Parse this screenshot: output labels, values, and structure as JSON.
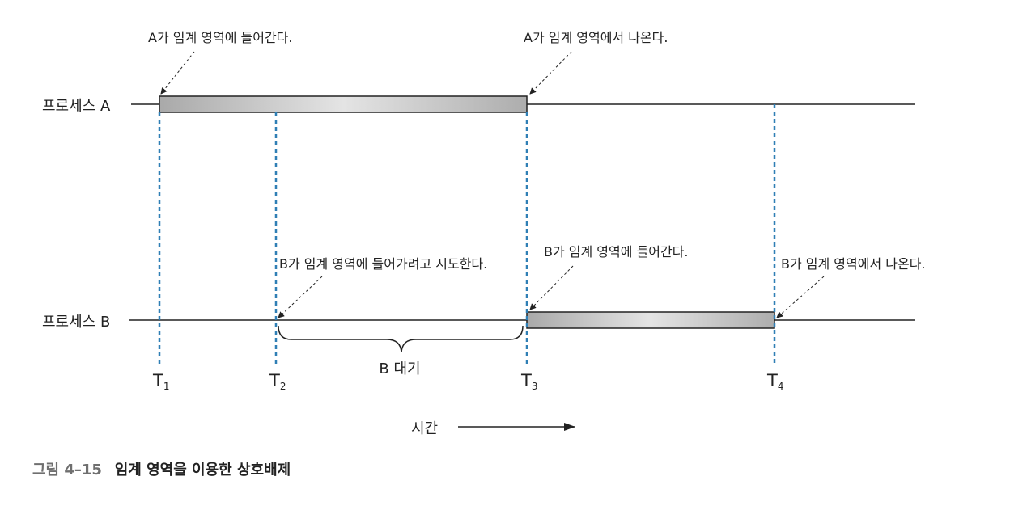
{
  "process_a": {
    "label": "프로세스 A",
    "enter_note": "A가 임계 영역에 들어간다.",
    "exit_note": "A가 임계 영역에서 나온다."
  },
  "process_b": {
    "label": "프로세스 B",
    "try_note": "B가 임계 영역에 들어가려고 시도한다.",
    "enter_note": "B가 임계 영역에 들어간다.",
    "exit_note": "B가 임계 영역에서 나온다.",
    "wait_label": "B 대기"
  },
  "time_marks": [
    {
      "base": "T",
      "sub": "1"
    },
    {
      "base": "T",
      "sub": "2"
    },
    {
      "base": "T",
      "sub": "3"
    },
    {
      "base": "T",
      "sub": "4"
    }
  ],
  "time_axis_label": "시간",
  "caption": {
    "number": "그림 4–15",
    "title": "임계 영역을 이용한 상호배제"
  },
  "colors": {
    "dashed_line": "#2f7fb5",
    "bar_dark": "#a9a9a9",
    "bar_light": "#e6e6e6",
    "line": "#222222"
  }
}
